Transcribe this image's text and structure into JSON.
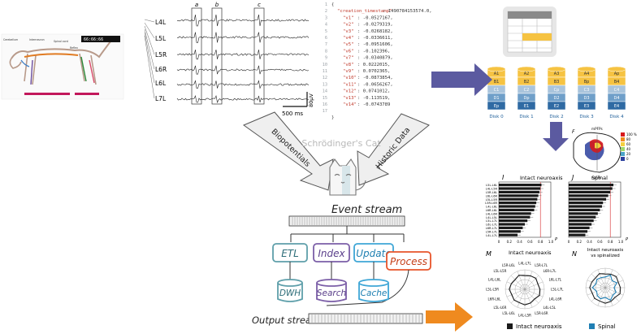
{
  "emg": {
    "channels": [
      "L4L",
      "L5L",
      "L5R",
      "L6R",
      "L6L",
      "L7L"
    ],
    "markers": [
      "a",
      "b",
      "c"
    ],
    "scale_time": "500 ms",
    "scale_amp": "80μV"
  },
  "json_code": {
    "line_numbers": [
      "1",
      "2",
      "3",
      "4",
      "5",
      "6",
      "7",
      "8",
      "9",
      "10",
      "11",
      "12",
      "13",
      "14",
      "15",
      "16",
      "17"
    ],
    "open_brace": "{",
    "close_brace": "}",
    "timestamp_key": "\"creation_timestamp\"",
    "timestamp_value": ": 1490784153574.0,",
    "entries": [
      {
        "key": "\"v1\"",
        "value": ": -0.0527167,"
      },
      {
        "key": "\"v2\"",
        "value": ": -0.0279319,"
      },
      {
        "key": "\"v3\"",
        "value": ": -0.0268182,"
      },
      {
        "key": "\"v4\"",
        "value": ": -0.0336611,"
      },
      {
        "key": "\"v5\"",
        "value": ": -0.0951606,"
      },
      {
        "key": "\"v6\"",
        "value": ": -0.102396,"
      },
      {
        "key": "\"v7\"",
        "value": ": -0.0340879,"
      },
      {
        "key": "\"v8\"",
        "value": ": 0.0222015,"
      },
      {
        "key": "\"v9\"",
        "value": ": 0.0702365,"
      },
      {
        "key": "\"v10\"",
        "value": ": -0.0873854,"
      },
      {
        "key": "\"v11\"",
        "value": ": -0.0656267,"
      },
      {
        "key": "\"v12\"",
        "value": ": 0.0741012,"
      },
      {
        "key": "\"v13\"",
        "value": ": -0.113519,"
      },
      {
        "key": "\"v14\"",
        "value": ": -0.0743789"
      }
    ]
  },
  "disks": {
    "labels": [
      "Disk 0",
      "Disk 1",
      "Disk 2",
      "Disk 3",
      "Disk 4"
    ],
    "cells": [
      [
        "A1",
        "B1",
        "C1",
        "D1",
        "Ep"
      ],
      [
        "A2",
        "B2",
        "C2",
        "Dp",
        "E1"
      ],
      [
        "A3",
        "B3",
        "Cp",
        "D2",
        "E2"
      ],
      [
        "A4",
        "Bp",
        "C3",
        "D3",
        "E3"
      ],
      [
        "Ap",
        "B4",
        "C4",
        "D4",
        "E4"
      ]
    ]
  },
  "center": {
    "title": "Schrödinger's Cat",
    "arrow_left": "Biopotentials",
    "arrow_right": "Historic Data"
  },
  "stream": {
    "event_title": "Event stream",
    "output_title": "Output stream",
    "boxes": [
      "ETL",
      "Index",
      "Update",
      "Process"
    ],
    "stores": [
      "DWH",
      "Search",
      "Cache"
    ]
  },
  "spinal_map": {
    "panel_letter": "F",
    "top_label": "mPFPs",
    "bottom_label": "npFPs",
    "legend": [
      "100 %",
      "80",
      "60",
      "40",
      "20",
      "0"
    ],
    "legend_colors": [
      "#d7191c",
      "#f08a1c",
      "#f4d03f",
      "#9fd86b",
      "#4aa3c8",
      "#2b3f9e"
    ]
  },
  "bar_charts": {
    "pairs": [
      "L5L-L6L",
      "L4L-L5R",
      "L5R-L6L",
      "L6L-L6R",
      "L5L-L5R",
      "L5R-L6R",
      "L4L-L6L",
      "L6R-L6L",
      "L4L-L6R",
      "L4L-L5L",
      "L5L-L7L",
      "L6L-L7L",
      "L6R-L7L",
      "L5R-L7L",
      "L4L-L7L"
    ],
    "ticks": [
      "0",
      "0.2",
      "0.4",
      "0.6",
      "0.8",
      "1.0"
    ],
    "panel_i": {
      "letter": "I",
      "title": "Intact neuroaxis",
      "p_label": "P"
    },
    "panel_j": {
      "letter": "J",
      "title": "Spinal",
      "p_label": "P"
    }
  },
  "chart_data": [
    {
      "type": "bar",
      "title": "Intact neuroaxis",
      "categories": [
        "L5L-L6L",
        "L4L-L5R",
        "L5R-L6L",
        "L6L-L6R",
        "L5L-L5R",
        "L5R-L6R",
        "L4L-L6L",
        "L6R-L6L",
        "L4L-L6R",
        "L4L-L5L",
        "L5L-L7L",
        "L6L-L7L",
        "L6R-L7L",
        "L5R-L7L",
        "L4L-L7L"
      ],
      "values": [
        0.82,
        0.8,
        0.78,
        0.76,
        0.74,
        0.72,
        0.7,
        0.68,
        0.62,
        0.6,
        0.55,
        0.5,
        0.46,
        0.42,
        0.36
      ],
      "xlim": [
        0,
        1.0
      ],
      "xlabel": "P"
    },
    {
      "type": "bar",
      "title": "Spinal",
      "categories": [
        "L5L-L6L",
        "L4L-L5R",
        "L5R-L6L",
        "L6L-L6R",
        "L5L-L5R",
        "L5R-L6R",
        "L4L-L6L",
        "L6R-L6L",
        "L4L-L6R",
        "L4L-L5L",
        "L5L-L7L",
        "L6L-L7L",
        "L6R-L7L",
        "L5R-L7L",
        "L4L-L7L"
      ],
      "values": [
        0.86,
        0.84,
        0.8,
        0.76,
        0.72,
        0.66,
        0.64,
        0.6,
        0.56,
        0.52,
        0.48,
        0.44,
        0.4,
        0.36,
        0.32
      ],
      "xlim": [
        0,
        1.0
      ],
      "xlabel": "P"
    }
  ],
  "radar": {
    "panel_m": {
      "letter": "M",
      "title": "Intact neuroaxis"
    },
    "panel_n": {
      "letter": "N",
      "title_line1": "Intact neuroaxis",
      "title_line2": "vs spinalized"
    },
    "labels": [
      "L4L-L7L",
      "L5R-L7L",
      "L6R-L7L",
      "L6L-L7L",
      "L5L-L7L",
      "L4L-L6R",
      "L4L-L5L",
      "L5R-L6R",
      "L4L-L5R",
      "L5L-L6L",
      "L5L-L6R",
      "L6R-L6L",
      "L5L-L5R",
      "L4L-L6L",
      "L5L-L5R",
      "L5R-L6L"
    ],
    "legend_intact": "Intact neuroaxis",
    "legend_spinal": "Spinal",
    "color_intact": "#1a1a1a",
    "color_spinal": "#1f7fb4"
  },
  "colors": {
    "arrow_purple": "#5b5aa0",
    "arrow_orange": "#ef8a1f",
    "etl": "#5e9faa",
    "index": "#7b5ea7",
    "update": "#3ea6d6",
    "process": "#e8542a"
  }
}
